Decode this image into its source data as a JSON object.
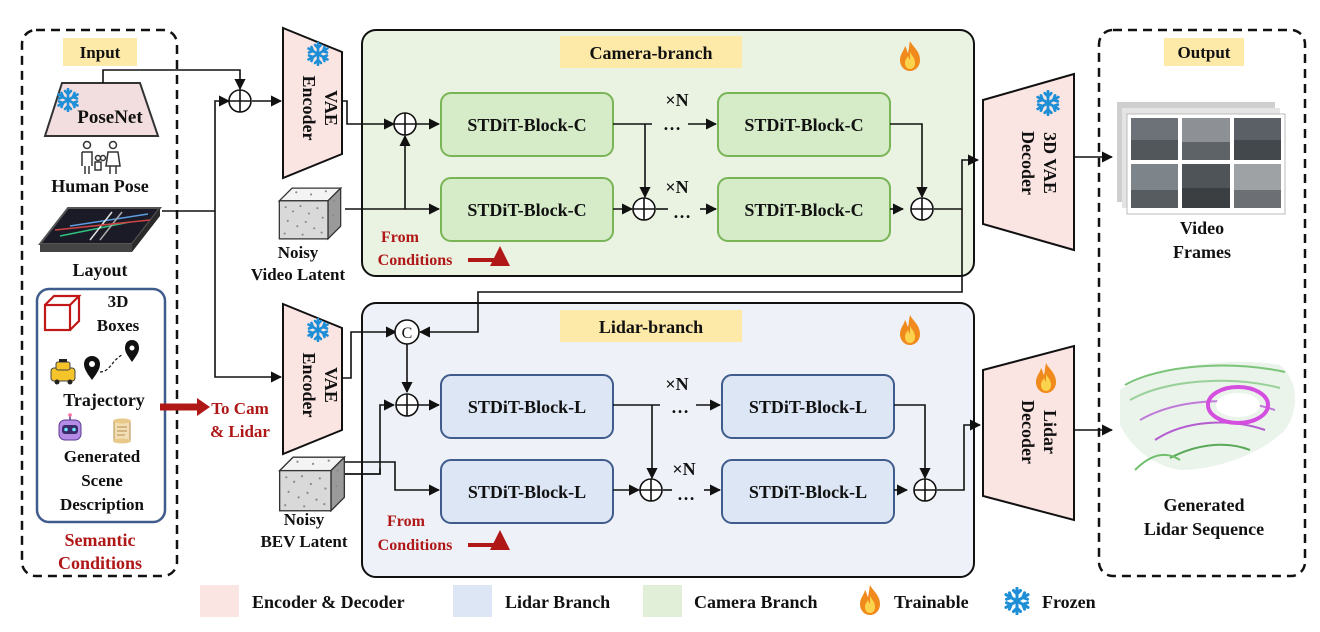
{
  "input": {
    "title": "Input",
    "posenet": "PoseNet",
    "human_pose": "Human Pose",
    "layout": "Layout",
    "boxes_line1": "3D",
    "boxes_line2": "Boxes",
    "trajectory": "Trajectory",
    "desc_line1": "Generated",
    "desc_line2": "Scene",
    "desc_line3": "Description",
    "semantic_line1": "Semantic",
    "semantic_line2": "Conditions",
    "to_cam_line1": "To Cam",
    "to_cam_line2": "& Lidar"
  },
  "encoders": {
    "top_line1": "VAE",
    "top_line2": "Encoder",
    "bottom_line1": "VAE",
    "bottom_line2": "Encoder"
  },
  "camera_branch": {
    "title": "Camera-branch",
    "block": "STDiT-Block-C",
    "repeat": "×N",
    "dots": "…",
    "from_line1": "From",
    "from_line2": "Conditions",
    "latent_line1": "Noisy",
    "latent_line2": "Video Latent"
  },
  "lidar_branch": {
    "title": "Lidar-branch",
    "block": "STDiT-Block-L",
    "repeat": "×N",
    "dots": "…",
    "concat": "C",
    "from_line1": "From",
    "from_line2": "Conditions",
    "latent_line1": "Noisy",
    "latent_line2": "BEV Latent"
  },
  "decoders": {
    "top_line1": "3D VAE",
    "top_line2": "Decoder",
    "bottom_line1": "Lidar",
    "bottom_line2": "Decoder"
  },
  "output": {
    "title": "Output",
    "video_line1": "Video",
    "video_line2": "Frames",
    "lidar_line1": "Generated",
    "lidar_line2": "Lidar Sequence"
  },
  "legend": {
    "encoder_decoder": "Encoder & Decoder",
    "lidar": "Lidar Branch",
    "camera": "Camera Branch",
    "trainable": "Trainable",
    "frozen": "Frozen"
  },
  "colors": {
    "encoder_fill": "#fbe5e3",
    "camera_bg": "#eaf3e2",
    "camera_block": "#d6ecc9",
    "camera_block_border": "#79b556",
    "lidar_bg": "#eef2f8",
    "lidar_block": "#dde6f4",
    "lidar_block_border": "#3f5c8c",
    "title_tag": "#fde9a8",
    "condition_red": "#b01818"
  },
  "icons": [
    "snowflake-icon",
    "flame-icon",
    "family-icon",
    "layout-map-icon",
    "cube-icon",
    "taxi-icon",
    "map-pin-icon",
    "robot-icon",
    "scroll-icon",
    "video-frames-image",
    "lidar-point-cloud-image",
    "latent-cube-icon"
  ]
}
